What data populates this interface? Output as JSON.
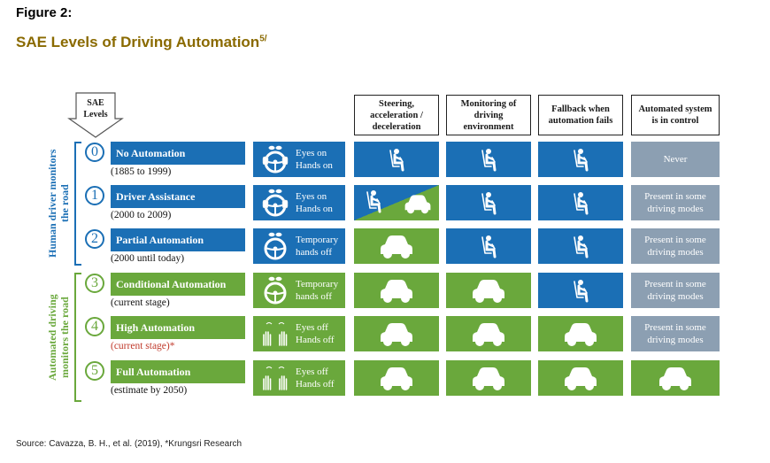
{
  "figure_label": "Figure 2:",
  "title": "SAE Levels of Driving Automation",
  "title_sup": "5/",
  "sae_header": [
    "SAE",
    "Levels"
  ],
  "column_headers": [
    "Steering, acceleration / deceleration",
    "Monitoring of driving environment",
    "Fallback when automation fails",
    "Automated system is in control"
  ],
  "side_labels": {
    "human": "Human driver monitors the road",
    "automated": "Automated driving monitors the road"
  },
  "levels": [
    {
      "num": "0",
      "name": "No Automation",
      "date": "(1885 to 1999)",
      "driver_line1": "Eyes on",
      "driver_line2": "Hands on",
      "control": "Never"
    },
    {
      "num": "1",
      "name": "Driver Assistance",
      "date": "(2000 to 2009)",
      "driver_line1": "Eyes on",
      "driver_line2": "Hands on",
      "control": "Present in some driving modes"
    },
    {
      "num": "2",
      "name": "Partial Automation",
      "date": "(2000 until today)",
      "driver_line1": "Temporary",
      "driver_line2": "hands off",
      "control": "Present in some driving modes"
    },
    {
      "num": "3",
      "name": "Conditional Automation",
      "date": "(current stage)",
      "driver_line1": "Temporary",
      "driver_line2": "hands off",
      "control": "Present in some driving modes"
    },
    {
      "num": "4",
      "name": "High Automation",
      "date": "(current stage)*",
      "driver_line1": "Eyes off",
      "driver_line2": "Hands off",
      "control": "Present in some driving modes"
    },
    {
      "num": "5",
      "name": "Full Automation",
      "date": "(estimate by 2050)",
      "driver_line1": "Eyes off",
      "driver_line2": "Hands off",
      "control": ""
    }
  ],
  "cell_states": [
    [
      "human",
      "human",
      "human",
      "grey"
    ],
    [
      "split",
      "human",
      "human",
      "grey"
    ],
    [
      "car",
      "human",
      "human",
      "grey"
    ],
    [
      "car",
      "car",
      "human",
      "grey"
    ],
    [
      "car",
      "car",
      "car",
      "grey"
    ],
    [
      "car",
      "car",
      "car",
      "car"
    ]
  ],
  "colors": {
    "blue": "#1b6fb5",
    "green": "#6aa83c",
    "grey": "#8c9fb2",
    "title": "#8a6a00",
    "red": "#c0392b"
  },
  "icons": {
    "driver": "person-driving-icon",
    "car": "self-driving-car-icon",
    "wheel": "steering-wheel-icon",
    "eyes": "eyes-icon",
    "hands": "hands-icon"
  },
  "source": "Source: Cavazza, B. H., et al. (2019), *Krungsri Research"
}
